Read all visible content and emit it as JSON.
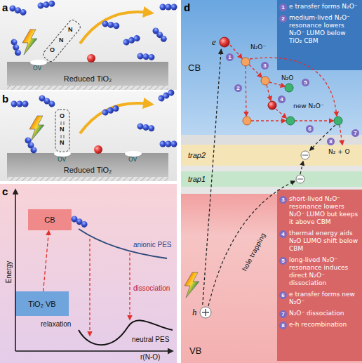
{
  "diagram": {
    "nodes": [
      {
        "text": [
          "Reduced TiO₂"
        ]
      },
      {
        "text": [
          "Reduced TiO₂"
        ]
      },
      {
        "text": [
          "CB"
        ]
      },
      {
        "text": [
          "TiO₂ VB"
        ]
      },
      {
        "text": [
          "CB"
        ]
      },
      {
        "text": [
          "trap2"
        ]
      },
      {
        "text": [
          "trap1"
        ]
      },
      {
        "text": [
          "VB"
        ]
      },
      {
        "text": [
          "e"
        ],
        "in": 4
      },
      {
        "text": [
          "h"
        ],
        "in": 7
      }
    ],
    "edges": [
      {
        "from": 3,
        "to": 2,
        "arrow": "to"
      },
      {
        "from": 9,
        "to": 8,
        "arrow": "to"
      }
    ],
    "labels": [
      "a",
      "b",
      "c",
      "d",
      "OV",
      "O",
      "N",
      "N",
      "OV",
      "OV",
      "O",
      "N",
      "N",
      "Energy",
      "anionic PES",
      "relaxation",
      "dissociation",
      "neutral PES",
      "r(N-O)",
      "1",
      "e transfer forms N₂O⁻",
      "2",
      "medium-lived N₂O⁻ resonance lowers N₂O⁻ LUMO below TiO₂ CBM",
      "N₂O⁻",
      "1",
      "3",
      "2",
      "4",
      "N₂O",
      "5",
      "6",
      "new N₂O⁻",
      "7",
      "8",
      "N₂ + O",
      "hole trapping",
      "3",
      "short-lived N₂O⁻ resonance lowers N₂O⁻ LUMO but keeps it above CBM",
      "4",
      "thermal energy aids N₂O LUMO shift below CBM",
      "5",
      "long-lived N₂O⁻ resonance induces direct N₂O⁻ dissociation",
      "6",
      "e transfer forms new N₂O⁻",
      "7",
      "N₂O⁻ dissociation",
      "8",
      "e-h recombination"
    ]
  }
}
